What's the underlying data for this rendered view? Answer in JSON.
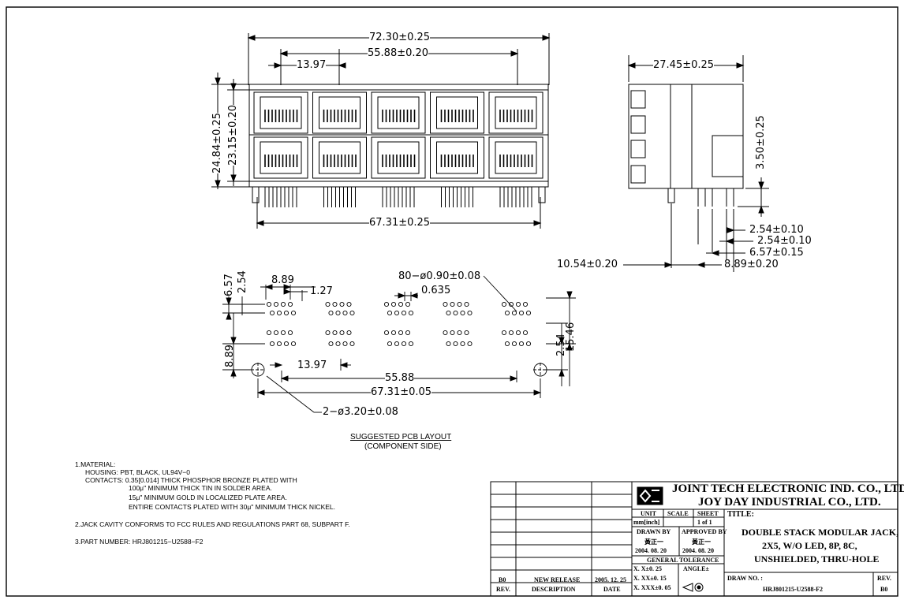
{
  "dims": {
    "overall_width": "72.30±0.25",
    "pitch_span": "55.88±0.20",
    "port_pitch": "13.97",
    "height_total": "24.84±0.25",
    "height_body": "23.15±0.20",
    "pin_span": "67.31±0.25",
    "side_depth": "27.45±0.25",
    "side_height": "3.50±0.25",
    "side_d1": "2.54±0.10",
    "side_d2": "2.54±0.10",
    "side_d3": "6.57±0.15",
    "side_d4": "8.89±0.20",
    "side_d5": "10.54±0.20"
  },
  "pcb": {
    "d_657": "6.57",
    "d_254a": "2.54",
    "d_889": "8.89",
    "d_127": "1.27",
    "holes": "80−ø0.90±0.08",
    "d_0635": "0.635",
    "d_889v": "8.89",
    "d_1397": "13.97",
    "d_5588": "55.88",
    "d_6731": "67.31±0.05",
    "mount": "2−ø3.20±0.08",
    "d_254b": "2.54",
    "d_1546": "15.46",
    "title": "SUGGESTED PCB LAYOUT",
    "subtitle": "(COMPONENT SIDE)"
  },
  "notes": {
    "n1": "1.MATERIAL:",
    "n1a": "HOUSING: PBT, BLACK, UL94V−0",
    "n1b": "CONTACTS: 0.35[0.014] THICK PHOSPHOR BRONZE PLATED WITH",
    "n1c": "100μ\" MINIMUM THICK TIN IN SOLDER AREA.",
    "n1d": "15μ\" MINIMUM GOLD IN LOCALIZED PLATE AREA.",
    "n1e": "ENTIRE CONTACTS PLATED WITH 30μ\" MINIMUM THICK NICKEL.",
    "n2": "2.JACK CAVITY CONFORMS TO FCC RULES AND REGULATIONS PART 68, SUBPART F.",
    "n3": "3.PART NUMBER: HRJ801215−U2588−F2"
  },
  "titleblock": {
    "company1": "JOINT TECH ELECTRONIC IND. CO., LTD.",
    "company2": "JOY DAY INDUSTRIAL CO., LTD.",
    "title_label": "TITLE:",
    "title1": "DOUBLE STACK MODULAR JACK,",
    "title2": "2X5, W/O LED, 8P, 8C,",
    "title3": "UNSHIELDED, THRU-HOLE",
    "unit_label": "UNIT",
    "scale_label": "SCALE",
    "sheet_label": "SHEET",
    "unit_val": "mm[inch]",
    "sheet_val": "1 of 1",
    "drawn_label": "DRAWN BY",
    "approved_label": "APPROVED BY",
    "drawn_name": "黃正一",
    "approved_name": "黃正一",
    "drawn_date": "2004. 08. 20",
    "approved_date": "2004. 08. 20",
    "tol_label": "GENERAL TOLERANCE",
    "tol1": "X. X±0. 25",
    "tol2": "X. XX±0. 15",
    "tol3": "X. XXX±0. 05",
    "angle_label": "ANGLE±",
    "rev_code": "B0",
    "rev_desc": "NEW RELEASE",
    "rev_date": "2005. 12. 25",
    "rev_h": "REV.",
    "desc_h": "DESCRIPTION",
    "date_h": "DATE",
    "drawno_label": "DRAW NO. :",
    "drawno": "HRJ801215-U2588-F2",
    "rev_label": "REV.",
    "rev_val": "B0"
  }
}
